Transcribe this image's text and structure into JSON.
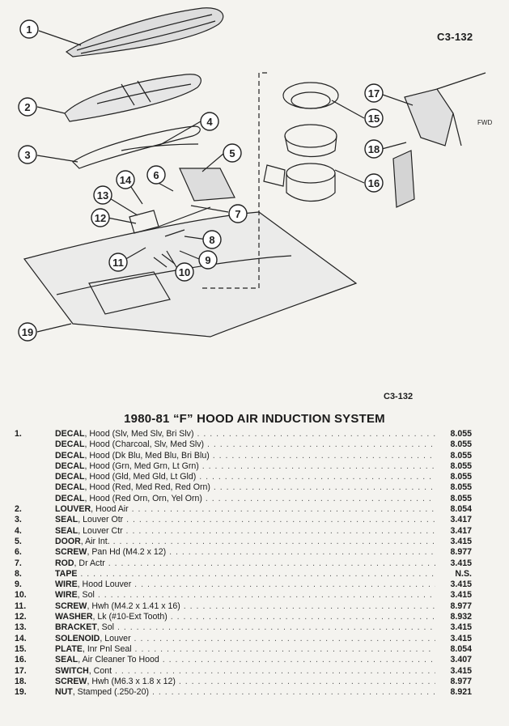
{
  "page": {
    "code_top": "C3-132",
    "code_mid": "C3-132",
    "title": "1980-81 “F” HOOD AIR INDUCTION SYSTEM"
  },
  "diagram": {
    "callouts": [
      "1",
      "2",
      "3",
      "4",
      "5",
      "6",
      "7",
      "8",
      "9",
      "10",
      "11",
      "12",
      "13",
      "14",
      "15",
      "16",
      "17",
      "18",
      "19"
    ],
    "fwd_label": "FWD"
  },
  "parts": [
    {
      "num": "1.",
      "name": "DECAL",
      "detail": ", Hood (Slv, Med Slv, Bri Slv)",
      "code": "8.055"
    },
    {
      "num": "",
      "name": "DECAL",
      "detail": ", Hood (Charcoal, Slv, Med Slv)",
      "code": "8.055"
    },
    {
      "num": "",
      "name": "DECAL",
      "detail": ", Hood (Dk Blu, Med Blu, Bri Blu)",
      "code": "8.055"
    },
    {
      "num": "",
      "name": "DECAL",
      "detail": ", Hood (Grn, Med Grn, Lt Grn)",
      "code": "8.055"
    },
    {
      "num": "",
      "name": "DECAL",
      "detail": ", Hood (Gld, Med Gld, Lt Gld)",
      "code": "8.055"
    },
    {
      "num": "",
      "name": "DECAL",
      "detail": ", Hood (Red, Med Red, Red Orn)",
      "code": "8.055"
    },
    {
      "num": "",
      "name": "DECAL",
      "detail": ", Hood (Red Orn, Orn, Yel Orn)",
      "code": "8.055"
    },
    {
      "num": "2.",
      "name": "LOUVER",
      "detail": ", Hood Air",
      "code": "8.054"
    },
    {
      "num": "3.",
      "name": "SEAL",
      "detail": ", Louver Otr",
      "code": "3.417"
    },
    {
      "num": "4.",
      "name": "SEAL",
      "detail": ", Louver Ctr",
      "code": "3.417"
    },
    {
      "num": "5.",
      "name": "DOOR",
      "detail": ", Air Int.",
      "code": "3.415"
    },
    {
      "num": "6.",
      "name": "SCREW",
      "detail": ", Pan Hd (M4.2 x 12)",
      "code": "8.977"
    },
    {
      "num": "7.",
      "name": "ROD",
      "detail": ", Dr Actr",
      "code": "3.415"
    },
    {
      "num": "8.",
      "name": "TAPE",
      "detail": "",
      "code": "N.S."
    },
    {
      "num": "9.",
      "name": "WIRE",
      "detail": ", Hood Louver",
      "code": "3.415"
    },
    {
      "num": "10.",
      "name": "WIRE",
      "detail": ", Sol",
      "code": "3.415"
    },
    {
      "num": "11.",
      "name": "SCREW",
      "detail": ", Hwh (M4.2 x 1.41 x 16)",
      "code": "8.977"
    },
    {
      "num": "12.",
      "name": "WASHER",
      "detail": ", Lk (#10-Ext Tooth)",
      "code": "8.932"
    },
    {
      "num": "13.",
      "name": "BRACKET",
      "detail": ", Sol",
      "code": "3.415"
    },
    {
      "num": "14.",
      "name": "SOLENOID",
      "detail": ", Louver",
      "code": "3.415"
    },
    {
      "num": "15.",
      "name": "PLATE",
      "detail": ", Inr Pnl Seal",
      "code": "8.054"
    },
    {
      "num": "16.",
      "name": "SEAL",
      "detail": ", Air Cleaner To Hood",
      "code": "3.407"
    },
    {
      "num": "17.",
      "name": "SWITCH",
      "detail": ", Cont",
      "code": "3.415"
    },
    {
      "num": "18.",
      "name": "SCREW",
      "detail": ", Hwh (M6.3 x 1.8 x 12)",
      "code": "8.977"
    },
    {
      "num": "19.",
      "name": "NUT",
      "detail": ", Stamped (.250-20)",
      "code": "8.921"
    }
  ]
}
